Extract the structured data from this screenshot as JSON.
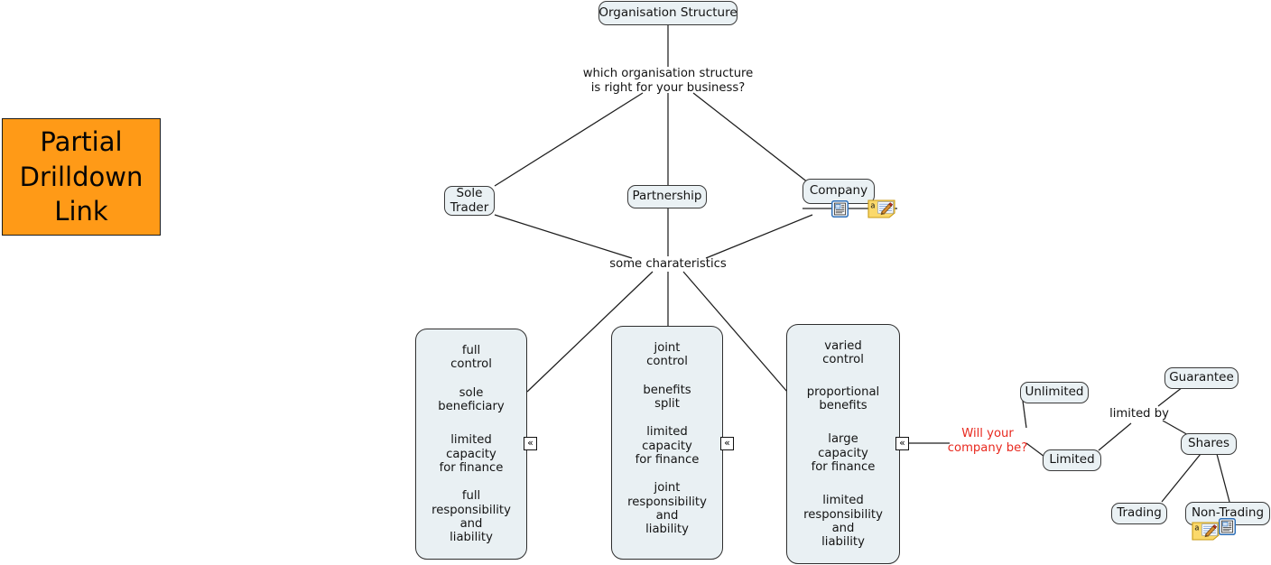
{
  "diagram": {
    "root": {
      "label": "Organisation Structure"
    },
    "root_question": "which organisation  structure\nis right for your business?",
    "branches": [
      {
        "label": "Sole\nTrader"
      },
      {
        "label": "Partnership"
      },
      {
        "label": "Company"
      }
    ],
    "characteristics_label": "some charateristics",
    "panels": [
      {
        "name": "sole-trader-characteristics",
        "groups": [
          "full\ncontrol",
          "sole\nbeneficiary",
          "limited\ncapacity\nfor finance",
          "full\nresponsibility\nand\nliability"
        ]
      },
      {
        "name": "partnership-characteristics",
        "groups": [
          "joint\ncontrol",
          "benefits\nsplit",
          "limited\ncapacity\nfor finance",
          "joint\nresponsibility\nand\nliability"
        ]
      },
      {
        "name": "company-characteristics",
        "groups": [
          "varied\ncontrol",
          "proportional\nbenefits",
          "large\ncapacity\nfor finance",
          "limited\nresponsibility\nand\nliability"
        ]
      }
    ],
    "company_question": "Will your\ncompany be?",
    "liability_nodes": [
      {
        "label": "Unlimited"
      },
      {
        "label": "Limited"
      }
    ],
    "limited_by_label": "limited by",
    "limited_by_nodes": [
      {
        "label": "Guarantee"
      },
      {
        "label": "Shares"
      }
    ],
    "share_nodes": [
      {
        "label": "Trading"
      },
      {
        "label": "Non-Trading"
      }
    ],
    "collapse_marker": "«",
    "icons": {
      "note": "note-icon",
      "document": "document-icon"
    }
  },
  "legend": {
    "lines": [
      "Partial",
      "Drilldown",
      "Link"
    ],
    "color": "#FF9A17"
  }
}
